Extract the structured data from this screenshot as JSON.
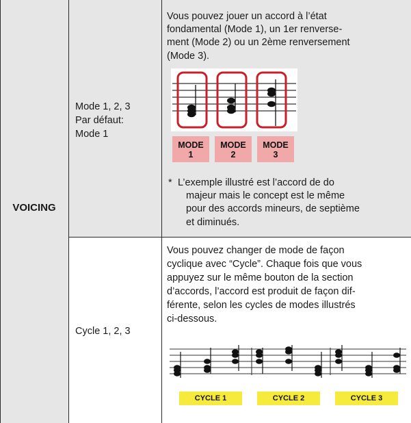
{
  "table": {
    "parameter": "VOICING",
    "rows": [
      {
        "setting_lines": [
          "Mode 1, 2, 3",
          "Par défaut:",
          "Mode 1"
        ],
        "description_lines": [
          "Vous pouvez jouer un accord à l’état",
          "fondamental (Mode 1), un 1er renverse-",
          "ment (Mode 2) ou un 2ème renversement",
          "(Mode 3)."
        ],
        "modes": [
          {
            "word": "MODE",
            "number": "1"
          },
          {
            "word": "MODE",
            "number": "2"
          },
          {
            "word": "MODE",
            "number": "3"
          }
        ],
        "note_marker": "*",
        "note_lines": [
          "L’exemple illustré est l’accord de do",
          "majeur mais le concept est le même",
          "pour des accords mineurs, de septième",
          "et diminués."
        ]
      },
      {
        "setting_lines": [
          "Cycle 1, 2, 3"
        ],
        "description_lines": [
          "Vous pouvez changer de mode de façon",
          "cyclique avec “Cycle”. Chaque fois que vous",
          "appuyez sur le même bouton de la section",
          "d’accords, l’accord est produit de façon dif-",
          "férente, selon les cycles de modes illustrés",
          "ci-dessous."
        ],
        "cycles": [
          "CYCLE 1",
          "CYCLE 2",
          "CYCLE 3"
        ]
      }
    ]
  },
  "colors": {
    "shade": "#e6e6e6",
    "mode_box_border": "#c8202a",
    "mode_label_bg": "#f1a8a8",
    "cycle_label_bg": "#f6ea3c"
  }
}
